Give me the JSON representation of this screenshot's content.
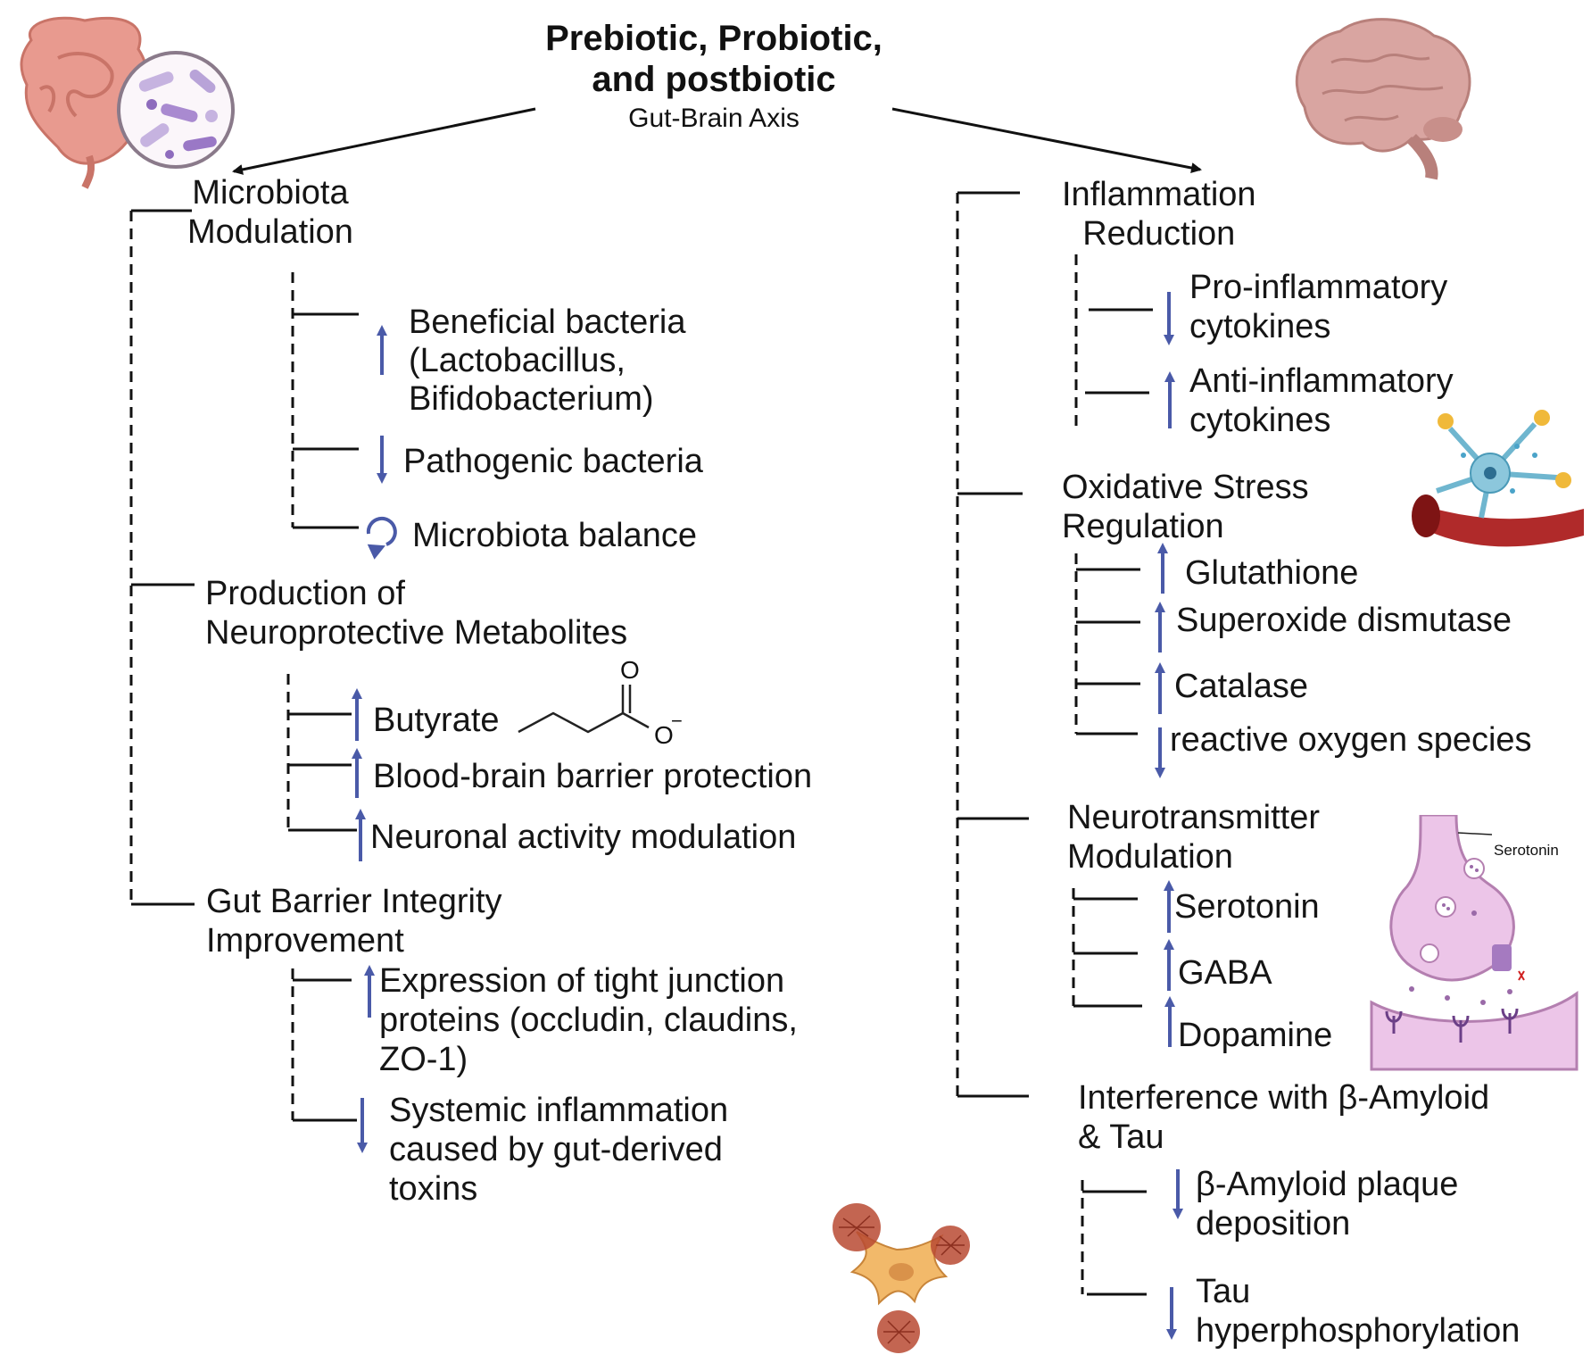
{
  "header": {
    "title_line1": "Prebiotic, Probiotic,",
    "title_line2": "and postbiotic",
    "subtitle": "Gut-Brain Axis"
  },
  "left": {
    "microbiota": {
      "heading_line1": "Microbiota",
      "heading_line2": "Modulation",
      "items": [
        {
          "lines": [
            "Beneficial bacteria",
            "(Lactobacillus,",
            "Bifidobacterium)"
          ],
          "change": "up"
        },
        {
          "lines": [
            "Pathogenic bacteria"
          ],
          "change": "down"
        },
        {
          "lines": [
            "Microbiota balance"
          ],
          "change": "balance"
        }
      ]
    },
    "metabolites": {
      "heading_line1": "Production of",
      "heading_line2": "Neuroprotective Metabolites",
      "items": [
        {
          "lines": [
            "Butyrate"
          ],
          "change": "up"
        },
        {
          "lines": [
            "Blood-brain barrier protection"
          ],
          "change": "up"
        },
        {
          "lines": [
            "Neuronal activity modulation"
          ],
          "change": "up"
        }
      ],
      "butyrate_atoms": {
        "oxygen": "O",
        "oxide": "O",
        "charge": "−"
      }
    },
    "barrier": {
      "heading_line1": "Gut Barrier Integrity",
      "heading_line2": "Improvement",
      "items": [
        {
          "lines": [
            "Expression of tight junction",
            "proteins (occludin, claudins,",
            "ZO-1)"
          ],
          "change": "up"
        },
        {
          "lines": [
            "Systemic inflammation",
            "caused by gut-derived",
            "toxins"
          ],
          "change": "down"
        }
      ]
    }
  },
  "right": {
    "inflammation": {
      "heading_line1": "Inflammation",
      "heading_line2": "Reduction",
      "items": [
        {
          "lines": [
            "Pro-inflammatory",
            "cytokines"
          ],
          "change": "down"
        },
        {
          "lines": [
            "Anti-inflammatory",
            "cytokines"
          ],
          "change": "up"
        }
      ]
    },
    "oxidative": {
      "heading_line1": "Oxidative Stress",
      "heading_line2": "Regulation",
      "items": [
        {
          "lines": [
            "Glutathione"
          ],
          "change": "up"
        },
        {
          "lines": [
            "Superoxide dismutase"
          ],
          "change": "up"
        },
        {
          "lines": [
            "Catalase"
          ],
          "change": "up"
        },
        {
          "lines": [
            "reactive oxygen species"
          ],
          "change": "down"
        }
      ]
    },
    "neurotransmitter": {
      "heading_line1": "Neurotransmitter",
      "heading_line2": "Modulation",
      "items": [
        {
          "lines": [
            "Serotonin"
          ],
          "change": "up"
        },
        {
          "lines": [
            "GABA"
          ],
          "change": "up"
        },
        {
          "lines": [
            "Dopamine"
          ],
          "change": "up"
        }
      ],
      "synapse_label": "Serotonin"
    },
    "amyloid": {
      "heading_line1": "Interference with β-Amyloid",
      "heading_line2": "& Tau",
      "items": [
        {
          "lines": [
            "β-Amyloid plaque",
            "deposition"
          ],
          "change": "down"
        },
        {
          "lines": [
            "Tau",
            "hyperphosphorylation"
          ],
          "change": "down"
        }
      ]
    }
  },
  "illustrations": {
    "top_left": "intestine-with-bacteria",
    "top_right": "brain",
    "right_middle": "neuron-with-blood-vessel",
    "right_lower": "synapse-serotonin",
    "bottom_middle": "neuron-with-amyloid-plaques"
  },
  "colors": {
    "arrow": "#4a5aa8",
    "tree_line": "#111111",
    "intestine": "#e89a8f",
    "brain": "#d49a96",
    "synapse": "#e8bde0"
  }
}
